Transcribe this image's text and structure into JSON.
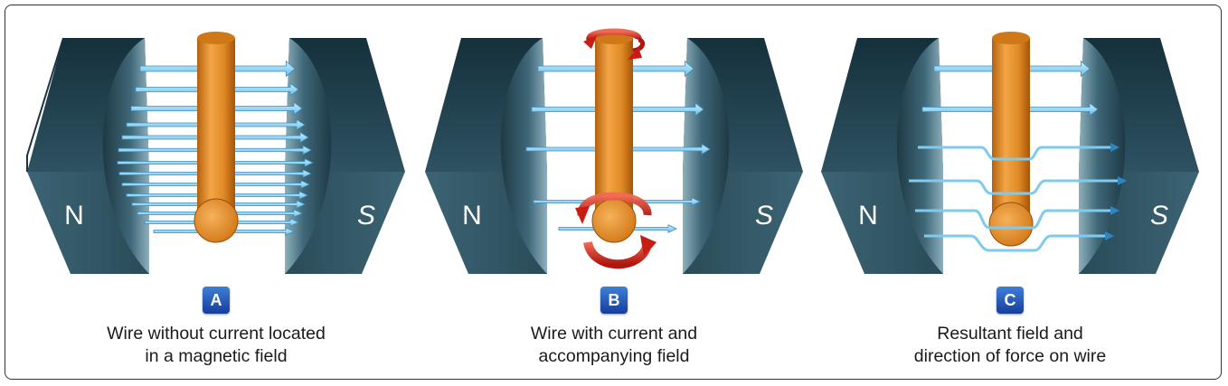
{
  "panels": [
    {
      "badge": "A",
      "caption_line1": "Wire without current located",
      "caption_line2": "in a magnetic field",
      "pole_left": "N",
      "pole_right": "S"
    },
    {
      "badge": "B",
      "caption_line1": "Wire with current and",
      "caption_line2": "accompanying field",
      "pole_left": "N",
      "pole_right": "S"
    },
    {
      "badge": "C",
      "caption_line1": "Resultant field and",
      "caption_line2": "direction of force on wire",
      "pole_left": "N",
      "pole_right": "S"
    }
  ],
  "colors": {
    "magnet": "#345866",
    "magnet_dark": "#1f3a46",
    "wire": "#e08a26",
    "field_line": "#8fd4f3",
    "current_arrow": "#d8241c",
    "badge": "#2456b8"
  },
  "icons": [
    "magnet-north-pole",
    "magnet-south-pole",
    "conductor-wire",
    "field-line-arrow",
    "circular-current-arrow"
  ]
}
